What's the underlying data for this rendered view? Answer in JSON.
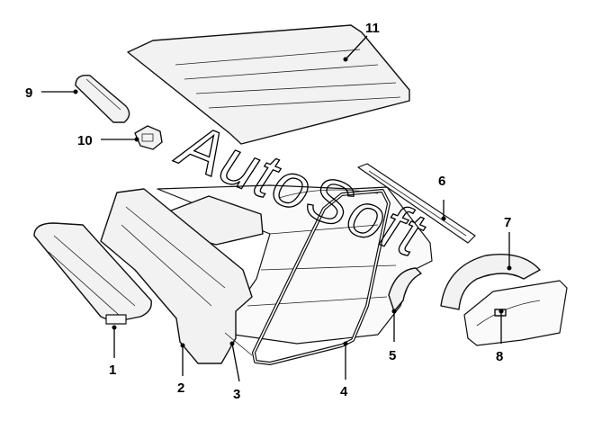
{
  "watermark": "AutoSoft",
  "callouts": {
    "c1": "1",
    "c2": "2",
    "c3": "3",
    "c4": "4",
    "c5": "5",
    "c6": "6",
    "c7": "7",
    "c8": "8",
    "c9": "9",
    "c10": "10",
    "c11": "11"
  }
}
